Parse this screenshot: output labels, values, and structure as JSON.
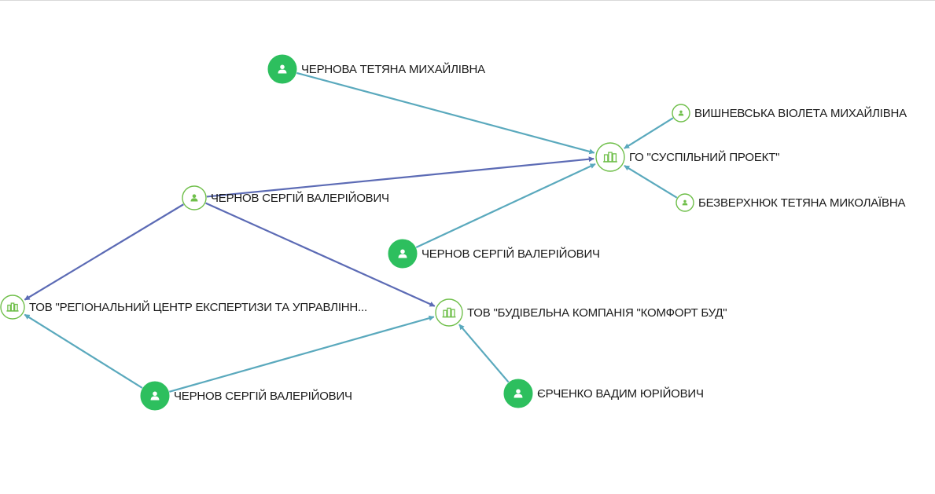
{
  "graph": {
    "colors": {
      "person_fill": "#2dbf5e",
      "person_ring": "#6fbf4a",
      "company_ring": "#6fbf4a",
      "company_icon": "#6fbf4a",
      "edge_owner": "#5b9bd5",
      "edge_teal": "#5aa9bd",
      "edge_purple": "#5c6bb5"
    },
    "nodes": [
      {
        "id": "n1",
        "type": "person",
        "style": "filled",
        "label": "ЧЕРНОВА ТЕТЯНА МИХАЙЛІВНА",
        "icon": "person-icon"
      },
      {
        "id": "n2",
        "type": "person",
        "style": "outline",
        "label": "ВИШНЕВСЬКА ВІОЛЕТА МИХАЙЛІВНА",
        "icon": "person-icon"
      },
      {
        "id": "n3",
        "type": "company",
        "style": "outline",
        "label": "ГО \"СУСПІЛЬНИЙ ПРОЕКТ\"",
        "icon": "building-icon"
      },
      {
        "id": "n4",
        "type": "person",
        "style": "outline",
        "label": "БЕЗВЕРХНЮК ТЕТЯНА МИКОЛАЇВНА",
        "icon": "person-icon"
      },
      {
        "id": "n5",
        "type": "person",
        "style": "outline",
        "label": "ЧЕРНОВ СЕРГІЙ ВАЛЕРІЙОВИЧ",
        "icon": "person-icon"
      },
      {
        "id": "n6",
        "type": "person",
        "style": "filled",
        "label": "ЧЕРНОВ СЕРГІЙ ВАЛЕРІЙОВИЧ",
        "icon": "person-icon"
      },
      {
        "id": "n7",
        "type": "company",
        "style": "outline",
        "label": "ТОВ \"РЕГІОНАЛЬНИЙ ЦЕНТР ЕКСПЕРТИЗИ ТА УПРАВЛІНН...",
        "icon": "building-icon"
      },
      {
        "id": "n8",
        "type": "company",
        "style": "outline",
        "label": "ТОВ \"БУДІВЕЛЬНА КОМПАНІЯ \"КОМФОРТ БУД\"",
        "icon": "building-icon"
      },
      {
        "id": "n9",
        "type": "person",
        "style": "filled",
        "label": "ЧЕРНОВ СЕРГІЙ ВАЛЕРІЙОВИЧ",
        "icon": "person-icon"
      },
      {
        "id": "n10",
        "type": "person",
        "style": "filled",
        "label": "ЄРЧЕНКО ВАДИМ ЮРІЙОВИЧ",
        "icon": "person-icon"
      }
    ],
    "edges": [
      {
        "from": "n1",
        "to": "n3",
        "kind": "teal"
      },
      {
        "from": "n2",
        "to": "n3",
        "kind": "teal"
      },
      {
        "from": "n4",
        "to": "n3",
        "kind": "teal"
      },
      {
        "from": "n6",
        "to": "n3",
        "kind": "teal"
      },
      {
        "from": "n5",
        "to": "n3",
        "kind": "purple"
      },
      {
        "from": "n5",
        "to": "n7",
        "kind": "purple"
      },
      {
        "from": "n5",
        "to": "n8",
        "kind": "purple"
      },
      {
        "from": "n9",
        "to": "n7",
        "kind": "teal"
      },
      {
        "from": "n9",
        "to": "n8",
        "kind": "teal"
      },
      {
        "from": "n10",
        "to": "n8",
        "kind": "teal"
      }
    ]
  }
}
